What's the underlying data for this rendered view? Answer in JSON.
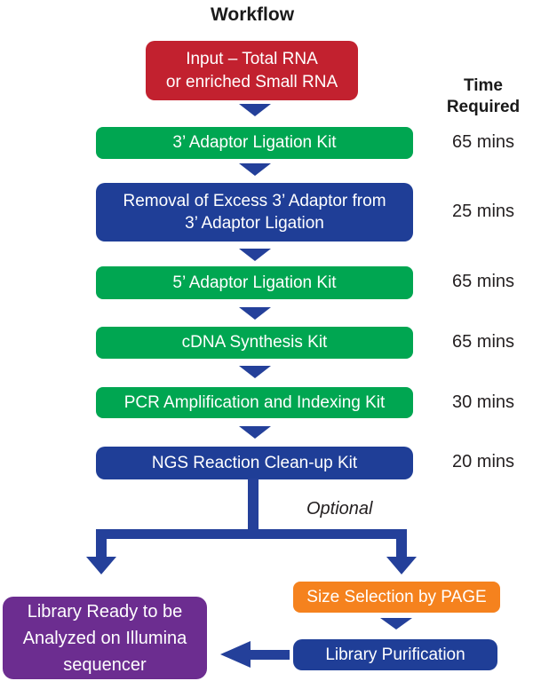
{
  "title": "Workflow",
  "time_header": "Time\nRequired",
  "steps": [
    {
      "label": "Input – Total RNA\nor enriched Small RNA",
      "color": "red",
      "time": ""
    },
    {
      "label": "3’ Adaptor Ligation Kit",
      "color": "green",
      "time": "65 mins"
    },
    {
      "label": "Removal of Excess 3’ Adaptor from\n3’ Adaptor Ligation",
      "color": "blue",
      "time": "25 mins"
    },
    {
      "label": "5’ Adaptor Ligation Kit",
      "color": "green",
      "time": "65 mins"
    },
    {
      "label": "cDNA Synthesis Kit",
      "color": "green",
      "time": "65 mins"
    },
    {
      "label": "PCR Amplification and Indexing Kit",
      "color": "green",
      "time": "30 mins"
    },
    {
      "label": "NGS Reaction Clean-up Kit",
      "color": "blue",
      "time": "20 mins"
    }
  ],
  "optional_label": "Optional",
  "branch": {
    "size_selection_label": "Size Selection by PAGE",
    "library_purification_label": "Library Purification",
    "final_label": "Library Ready to be\nAnalyzed on Illumina\nsequencer"
  },
  "colors": {
    "input_red": "#c2212f",
    "kit_green": "#00a651",
    "kit_blue": "#1f3e97",
    "optional_orange": "#f5821e",
    "final_purple": "#6c2d90",
    "arrow_blue": "#24409a",
    "text_dark": "#231f20",
    "box_text": "#ffffff"
  }
}
